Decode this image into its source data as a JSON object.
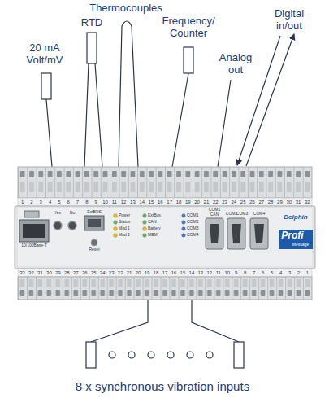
{
  "diagram": {
    "labels": [
      "Thermocouples",
      "RTD",
      "20 mA Volt/mV",
      "Frequency/ Counter",
      "Analog out",
      "Digital in/out",
      "8 x synchronous vibration inputs",
      "10/100Base-T",
      "Yes",
      "No",
      "ExtBUS",
      "Reset",
      "Power",
      "Status",
      "Mod 1",
      "Mod 2",
      "ExtBus",
      "CAN",
      "Battery",
      "MEM",
      "COM1",
      "COM2",
      "COM3",
      "COM4",
      "COM1 CAN",
      "COM2",
      "COM3",
      "COM4",
      "Delphin",
      "Profi",
      "Message",
      "1",
      "2",
      "3",
      "4",
      "5",
      "6",
      "7",
      "8",
      "9",
      "10",
      "11",
      "12",
      "13",
      "14",
      "15",
      "16",
      "17",
      "18",
      "19",
      "20",
      "21",
      "22",
      "23",
      "24",
      "25",
      "26",
      "27",
      "28",
      "29",
      "30",
      "31",
      "32",
      "33",
      "32",
      "31",
      "30",
      "29",
      "28",
      "27",
      "26",
      "25",
      "24",
      "23",
      "22",
      "21",
      "20",
      "19",
      "18",
      "17",
      "16",
      "15",
      "14",
      "13",
      "12",
      "11",
      "10",
      "9",
      "8",
      "7",
      "6",
      "5",
      "4",
      "3",
      "2",
      "1"
    ]
  }
}
